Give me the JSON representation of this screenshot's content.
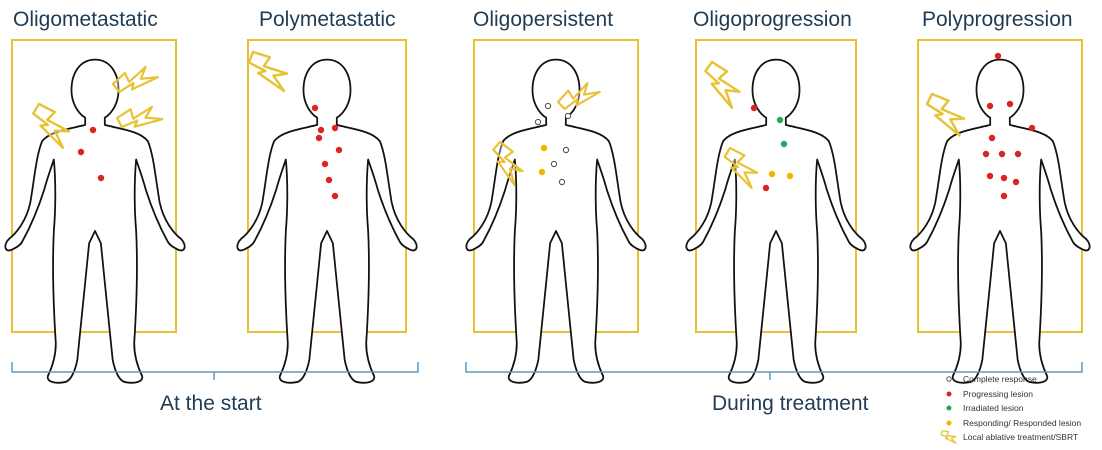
{
  "panels": [
    {
      "title": "Oligometastatic"
    },
    {
      "title": "Polymetastatic"
    },
    {
      "title": "Oligopersistent"
    },
    {
      "title": "Oligoprogression"
    },
    {
      "title": "Polyprogression"
    }
  ],
  "groups": [
    {
      "label": "At the start"
    },
    {
      "label": "During treatment"
    }
  ],
  "legend": [
    {
      "label": "Complete response",
      "marker": "open-circle",
      "color": "#555555"
    },
    {
      "label": "Progressing lesion",
      "marker": "dot",
      "color": "#dd2222"
    },
    {
      "label": "Irradiated lesion",
      "marker": "dot",
      "color": "#22aa55"
    },
    {
      "label": "Responding/ Responded lesion",
      "marker": "dot",
      "color": "#f2b400"
    },
    {
      "label": "Local ablative treatment/SBRT",
      "marker": "lightning-icon",
      "color": "#e8c235"
    }
  ],
  "colors": {
    "frame": "#e8c235",
    "bracket": "#5b9bc4",
    "text": "#1f3c54",
    "progressing": "#dd2222",
    "irradiated": "#22aa55",
    "responding": "#f2b400",
    "complete": "#555555"
  }
}
